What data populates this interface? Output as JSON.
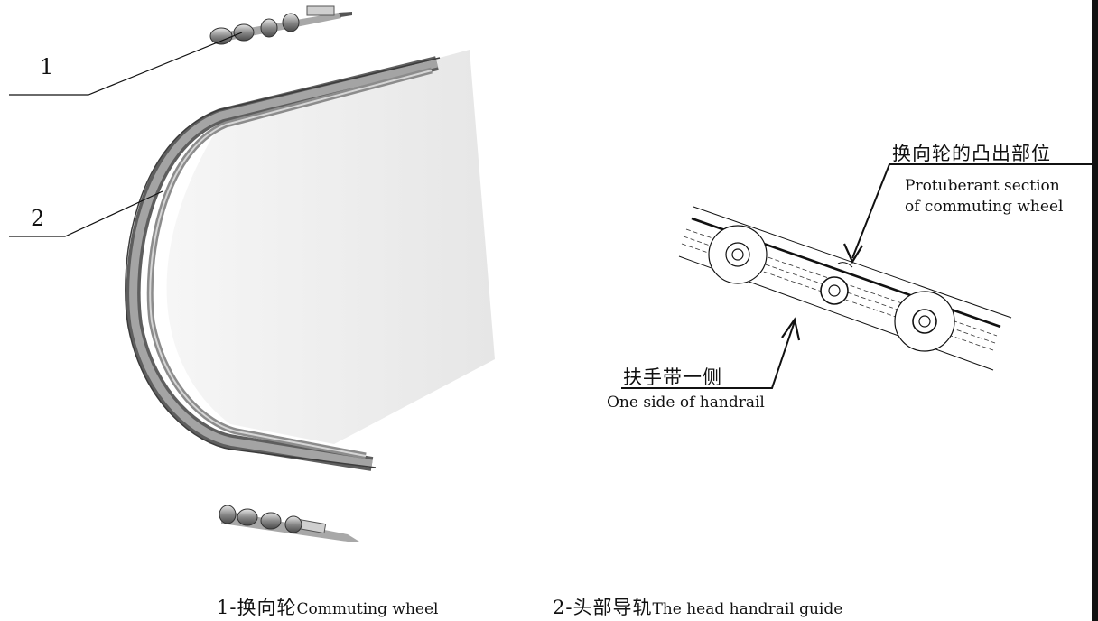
{
  "labels": {
    "part1_number": "1",
    "part2_number": "2"
  },
  "annotations": {
    "protuberant_cn": "换向轮的凸出部位",
    "protuberant_en_line1": "Protuberant section",
    "protuberant_en_line2": "of commuting wheel",
    "handrail_cn": "扶手带一侧",
    "handrail_en": "One side of handrail"
  },
  "captions": {
    "item1_prefix": "1-换向轮",
    "item1_en": "Commuting wheel",
    "item2_prefix": "2-头部导轨",
    "item2_en": "The head handrail guide"
  },
  "colors": {
    "line": "#111111",
    "guide_dark": "#6b6b6b",
    "guide_mid": "#9c9c9c",
    "guide_light": "#c9c9c9",
    "panel": "#ececec"
  }
}
